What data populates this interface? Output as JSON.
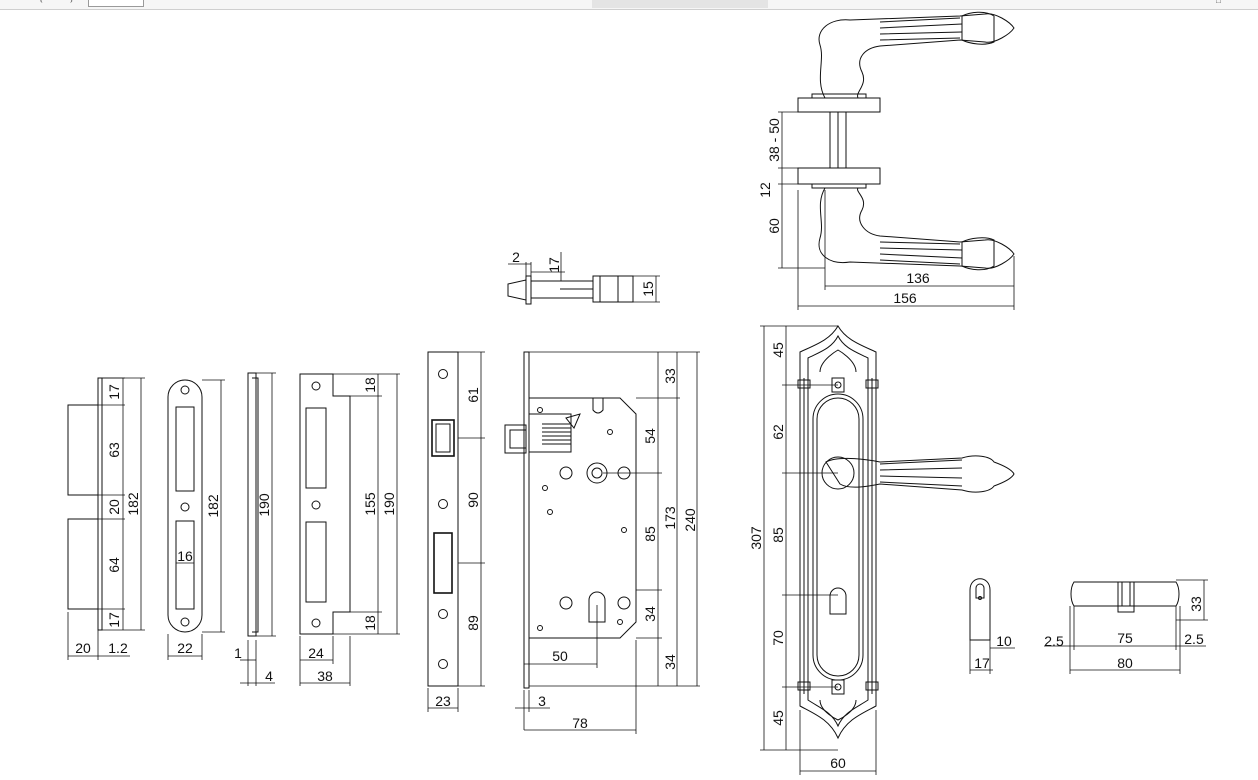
{
  "window": {
    "chrome_icons": [
      "arrow-left-icon",
      "arrow-right-icon",
      "window-controls-icon"
    ]
  },
  "views": {
    "strike_plate_profile": {
      "dims": [
        "17",
        "63",
        "20",
        "64",
        "17",
        "182",
        "20",
        "1.2"
      ]
    },
    "strike_plate_front": {
      "dims": [
        "182",
        "16",
        "22"
      ]
    },
    "faceplate_side": {
      "dims": [
        "190",
        "1",
        "4"
      ]
    },
    "strike_box_front": {
      "dims": [
        "18",
        "155",
        "190",
        "18",
        "24",
        "38"
      ]
    },
    "lock_faceplate": {
      "dims": [
        "61",
        "90",
        "89",
        "23"
      ]
    },
    "latch_bolt": {
      "dims": [
        "2",
        "17",
        "15"
      ]
    },
    "lock_body": {
      "dims": [
        "33",
        "54",
        "173",
        "240",
        "85",
        "34",
        "34",
        "50",
        "3",
        "78"
      ]
    },
    "handle_side": {
      "dims": [
        "38 - 50",
        "12",
        "60",
        "136",
        "156"
      ]
    },
    "handle_plate_front": {
      "dims": [
        "45",
        "62",
        "307",
        "85",
        "70",
        "45",
        "60"
      ]
    },
    "cylinder_end": {
      "dims": [
        "10",
        "17"
      ]
    },
    "cylinder_side": {
      "dims": [
        "33",
        "2.5",
        "75",
        "2.5",
        "80"
      ]
    }
  }
}
